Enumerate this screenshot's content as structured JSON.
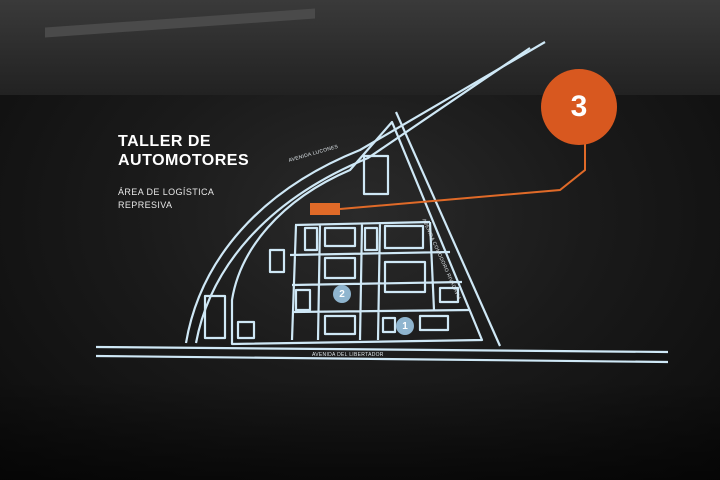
{
  "map": {
    "title_line1": "TALLER DE",
    "title_line2": "AUTOMOTORES",
    "subtitle_line1": "ÁREA DE LOGÍSTICA",
    "subtitle_line2": "REPRESIVA",
    "streets": {
      "libertador": "AVENIDA DEL LIBERTADOR",
      "lucones": "AVENIDA LUCONES",
      "comodoro": "AVENIDA COMODORO RIVADAVIA"
    },
    "markers": {
      "three": "3",
      "two": "2",
      "one": "1"
    }
  },
  "colors": {
    "line": "#cfe8f6",
    "highlight": "#e06a28",
    "marker_blue": "#8fb5cf",
    "wall": "#1a1a1a"
  }
}
